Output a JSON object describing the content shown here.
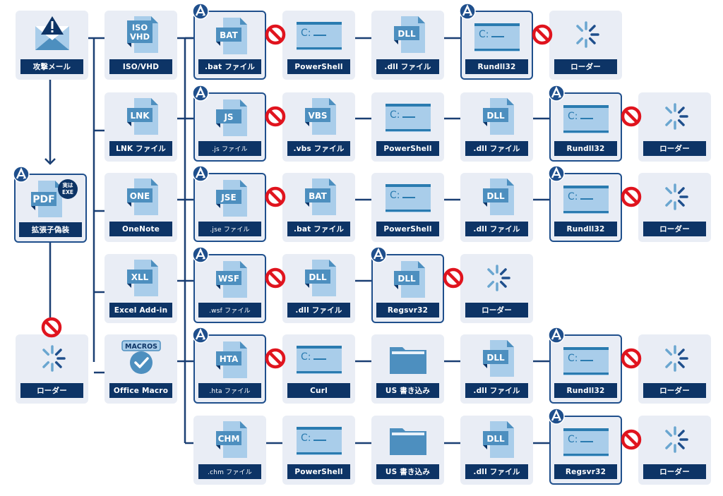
{
  "colors": {
    "node_bg": "#e9edf5",
    "label_bg": "#0d3466",
    "wire": "#1a3f73",
    "highlight_border": "#1f4f8c",
    "block_red": "#e0141e",
    "file_light": "#a9cdea",
    "file_dark": "#4d8fbf"
  },
  "nodes": {
    "email": {
      "label": "攻撃メール",
      "icon": "warning-mail-icon"
    },
    "iso": {
      "label": "ISO/VHD",
      "icon_text": "ISO VHD"
    },
    "lnk": {
      "label": "LNK ファイル",
      "icon_text": "LNK"
    },
    "one": {
      "label": "OneNote",
      "icon_text": "ONE"
    },
    "xll": {
      "label": "Excel Add-in",
      "icon_text": "XLL"
    },
    "macro": {
      "label": "Office Macro",
      "icon_text": "MACROS"
    },
    "pdf": {
      "label": "拡張子偽装",
      "icon_text": "PDF",
      "bubble_line1": "実は",
      "bubble_line2": "EXE"
    },
    "loader_left": {
      "label": "ローダー"
    }
  },
  "rows": [
    {
      "name": "iso-chain",
      "steps": [
        {
          "type": "file",
          "icon_text": "BAT",
          "label": ".bat ファイル",
          "detected": true,
          "blocked_after": true
        },
        {
          "type": "shell",
          "label": "PowerShell",
          "detected": false
        },
        {
          "type": "file",
          "icon_text": "DLL",
          "label": ".dll ファイル",
          "detected": false
        },
        {
          "type": "shell",
          "label": "Rundll32",
          "detected": true,
          "blocked_after": true
        },
        {
          "type": "loader",
          "label": "ローダー"
        }
      ]
    },
    {
      "name": "lnk-chain",
      "steps": [
        {
          "type": "file",
          "icon_text": "JS",
          "label": ".js ファイル",
          "detected": true,
          "blocked_after": true,
          "small": true
        },
        {
          "type": "file",
          "icon_text": "VBS",
          "label": ".vbs ファイル",
          "detected": false
        },
        {
          "type": "shell",
          "label": "PowerShell",
          "detected": false
        },
        {
          "type": "file",
          "icon_text": "DLL",
          "label": ".dll ファイル",
          "detected": false
        },
        {
          "type": "shell",
          "label": "Rundll32",
          "detected": true,
          "blocked_after": true
        },
        {
          "type": "loader",
          "label": "ローダー"
        }
      ]
    },
    {
      "name": "one-chain",
      "steps": [
        {
          "type": "file",
          "icon_text": "JSE",
          "label": ".jse ファイル",
          "detected": true,
          "blocked_after": true,
          "small": true
        },
        {
          "type": "file",
          "icon_text": "BAT",
          "label": ".bat ファイル",
          "detected": false
        },
        {
          "type": "shell",
          "label": "PowerShell",
          "detected": false
        },
        {
          "type": "file",
          "icon_text": "DLL",
          "label": ".dll ファイル",
          "detected": false
        },
        {
          "type": "shell",
          "label": "Rundll32",
          "detected": true,
          "blocked_after": true
        },
        {
          "type": "loader",
          "label": "ローダー"
        }
      ]
    },
    {
      "name": "xll-chain",
      "steps": [
        {
          "type": "file",
          "icon_text": "WSF",
          "label": ".wsf ファイル",
          "detected": true,
          "blocked_after": true,
          "small": true
        },
        {
          "type": "file",
          "icon_text": "DLL",
          "label": ".dll ファイル",
          "detected": false
        },
        {
          "type": "file",
          "icon_text": "DLL",
          "label": "Regsvr32",
          "detected": true,
          "blocked_after": true
        },
        {
          "type": "loader",
          "label": "ローダー"
        }
      ]
    },
    {
      "name": "macro-chain",
      "steps": [
        {
          "type": "file",
          "icon_text": "HTA",
          "label": ".hta ファイル",
          "detected": true,
          "blocked_after": true,
          "small": true
        },
        {
          "type": "shell",
          "label": "Curl",
          "detected": false
        },
        {
          "type": "folder",
          "label": "US 書き込み",
          "detected": false
        },
        {
          "type": "file",
          "icon_text": "DLL",
          "label": ".dll ファイル",
          "detected": false
        },
        {
          "type": "shell",
          "label": "Rundll32",
          "detected": true,
          "blocked_after": true
        },
        {
          "type": "loader",
          "label": "ローダー"
        }
      ]
    },
    {
      "name": "chm-chain",
      "steps": [
        {
          "type": "file",
          "icon_text": "CHM",
          "label": ".chm ファイル",
          "detected": false,
          "small": true
        },
        {
          "type": "shell",
          "label": "PowerShell",
          "detected": false
        },
        {
          "type": "folder",
          "label": "US 書き込み",
          "detected": false
        },
        {
          "type": "file",
          "icon_text": "DLL",
          "label": ".dll ファイル",
          "detected": false
        },
        {
          "type": "shell",
          "label": "Regsvr32",
          "detected": true,
          "blocked_after": true
        },
        {
          "type": "loader",
          "label": "ローダー"
        }
      ]
    }
  ]
}
